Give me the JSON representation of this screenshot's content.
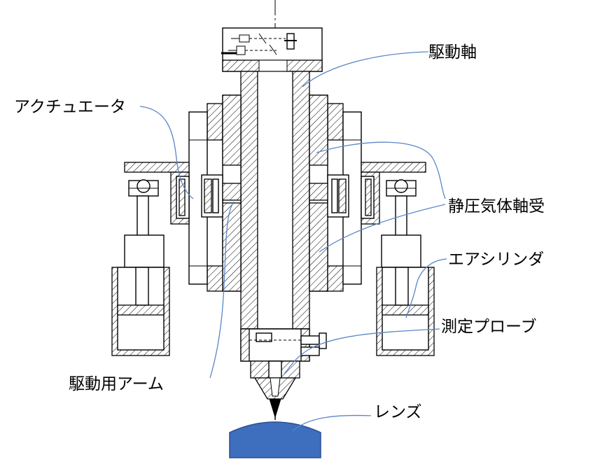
{
  "labels": {
    "drive_shaft": "駆動軸",
    "actuator": "アクチュエータ",
    "air_bearing": "静圧気体軸受",
    "air_cylinder": "エアシリンダ",
    "probe": "測定プローブ",
    "drive_arm": "駆動用アーム",
    "lens": "レンズ"
  },
  "colors": {
    "leader": "#5a87c8",
    "lens_fill": "#3e6ebe",
    "lens_stroke": "#2a4f8f"
  }
}
